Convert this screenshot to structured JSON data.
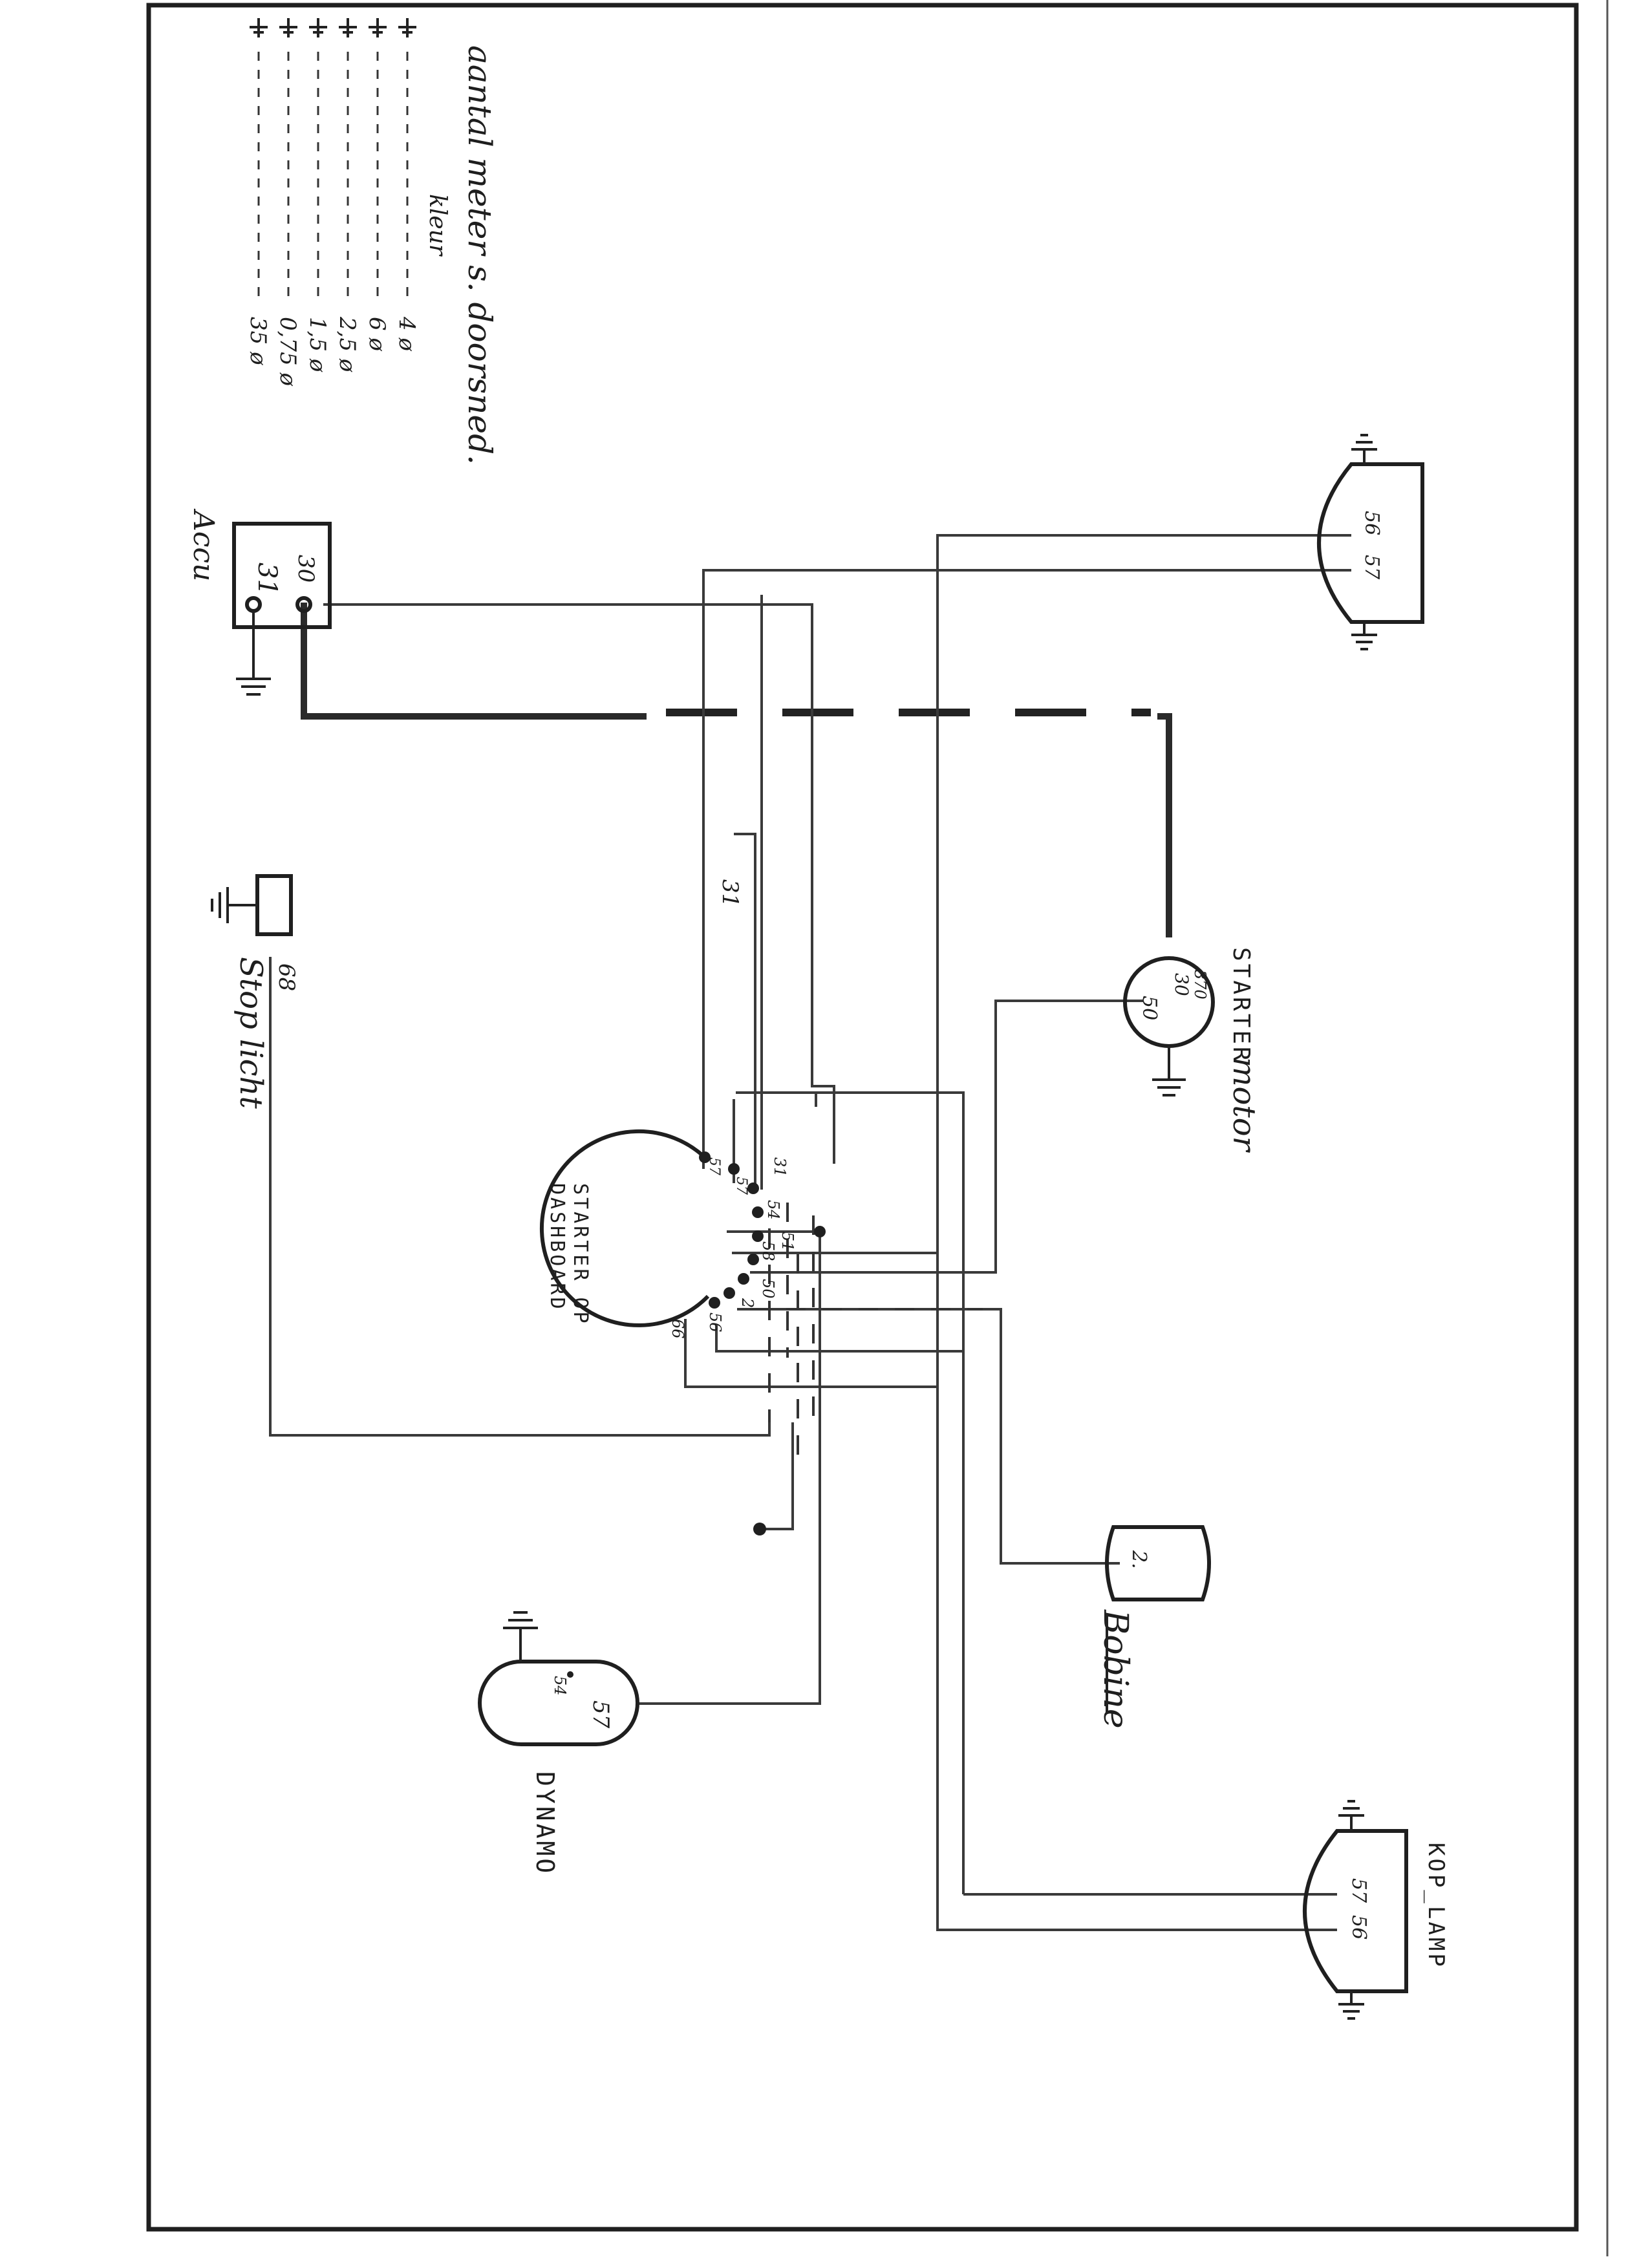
{
  "components": {
    "accu": {
      "label": "Accu",
      "terminals": [
        "31",
        "30"
      ]
    },
    "stop_light": {
      "label": "Stop licht",
      "terminal": "68"
    },
    "wire_31": {
      "terminal": "31"
    },
    "starter_motor": {
      "label": "STARTER",
      "label2": "motor",
      "terminals": [
        "30",
        "370",
        "50"
      ]
    },
    "dashboard_switch": {
      "label": "STARTER OP",
      "label2": "DASHBOARD",
      "terminals": [
        "57",
        "57",
        "31",
        "54",
        "58",
        "51",
        "50",
        "2",
        "56",
        "66"
      ]
    },
    "bobine": {
      "label": "Bobine",
      "terminal": "2."
    },
    "dynamo": {
      "label": "DYNAMO",
      "terminals": [
        "54",
        "57"
      ]
    },
    "rear_lamp": {
      "terminals": [
        "56",
        "57"
      ]
    },
    "kop_lamp": {
      "label": "KOP_LAMP",
      "terminals": [
        "57",
        "56"
      ]
    }
  },
  "legend": {
    "title": "aantal meter s. doorsned.",
    "subtitle": "kleur",
    "rows": [
      {
        "spec": "4 ø"
      },
      {
        "spec": "6 ø"
      },
      {
        "spec": "2,5 ø"
      },
      {
        "spec": "1,5 ø"
      },
      {
        "spec": "0,75 ø"
      },
      {
        "spec": "35 ø"
      }
    ]
  }
}
